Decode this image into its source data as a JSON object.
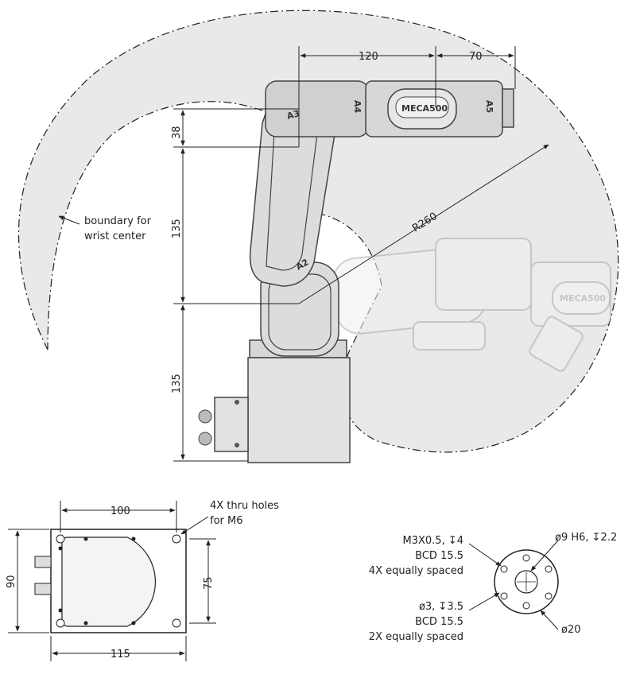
{
  "robot": {
    "logo_text": "MECA500",
    "axis_labels": [
      "A2",
      "A3",
      "A4",
      "A5"
    ]
  },
  "dimensions": {
    "arm_upper_length": "120",
    "arm_tool_length": "70",
    "height_shoulder_offset": "38",
    "height_upper": "135",
    "height_lower": "135",
    "reach_radius": "R260",
    "base_width_holes": "100",
    "base_width_total": "115",
    "base_depth_total": "90",
    "base_depth_holes": "75"
  },
  "notes": {
    "wrist_boundary": [
      "boundary for",
      "wrist center"
    ],
    "mount_holes": [
      "4X thru holes",
      "for M6"
    ],
    "flange_threads": [
      "M3X0.5, ↧4",
      "BCD 15.5",
      "4X equally spaced"
    ],
    "flange_pins": [
      "ø3, ↧3.5",
      "BCD 15.5",
      "2X equally spaced"
    ],
    "flange_bore": "ø9 H6, ↧2.2",
    "flange_diameter": "ø20"
  },
  "colors": {
    "workspace_fill": "#e9e9e9",
    "line": "#222222",
    "robot_body": "#d7d7d7",
    "robot_ghost": "#bdbdbd"
  }
}
